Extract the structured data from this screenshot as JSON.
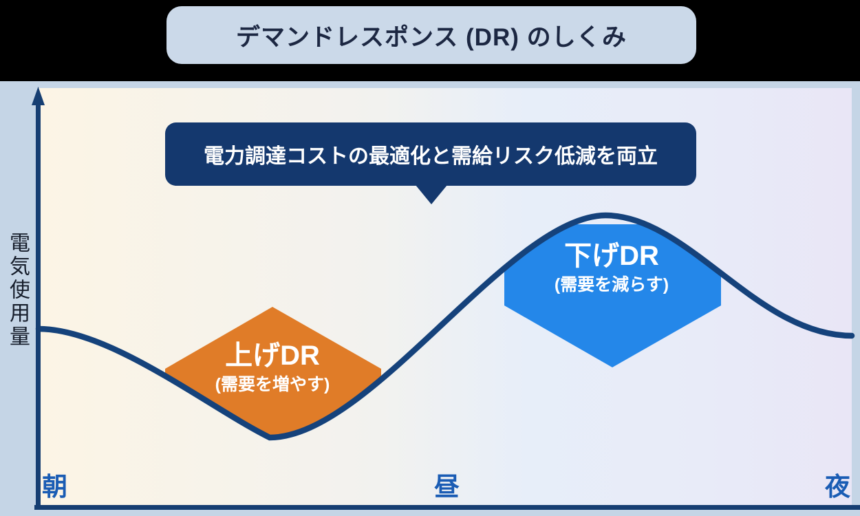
{
  "title": "デマンドレスポンス (DR) のしくみ",
  "callout": {
    "text": "電力調達コストの最適化と需給リスク低減を両立"
  },
  "chart": {
    "y_axis_label": "電気使用量",
    "x_ticks": [
      "朝",
      "昼",
      "夜"
    ],
    "annotations": [
      {
        "id": "up-dr",
        "label": "上げDR",
        "sublabel": "(需要を増やす)"
      },
      {
        "id": "down-dr",
        "label": "下げDR",
        "sublabel": "(需要を減らす)"
      }
    ]
  },
  "colors": {
    "up_dr": "#e07c28",
    "down_dr": "#2487e9",
    "curve": "#15427b",
    "axis": "#163e72",
    "callout_bg": "#14386e",
    "tick": "#1a5cb4",
    "banner_bg": "#cbd9e9",
    "page_bg": "#c5d5e6",
    "header_bg": "#000000"
  }
}
